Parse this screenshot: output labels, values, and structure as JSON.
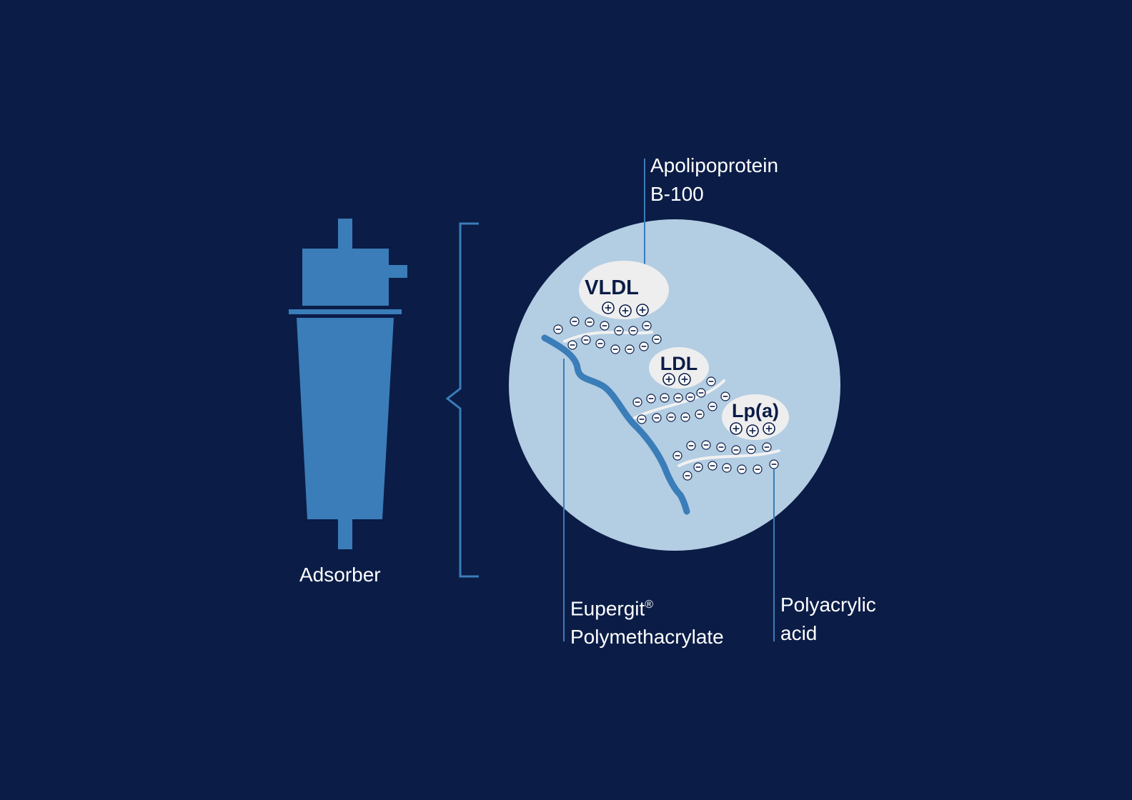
{
  "colors": {
    "background": "#0b1c47",
    "adsorber": "#3a7db8",
    "circle": "#b3cde3",
    "particle": "#eeeeee",
    "text_dark": "#0b1c47",
    "text_light": "#ffffff",
    "leader_line": "#3a7db8"
  },
  "labels": {
    "adsorber": "Adsorber",
    "apolipoprotein_line1": "Apolipoprotein",
    "apolipoprotein_line2": "B-100",
    "eupergit_line1": "Eupergit",
    "eupergit_reg": "®",
    "eupergit_line2": "Polymethacrylate",
    "polyacrylic_line1": "Polyacrylic",
    "polyacrylic_line2": "acid"
  },
  "particles": [
    {
      "name": "VLDL",
      "charges": [
        "+",
        "+",
        "+"
      ]
    },
    {
      "name": "LDL",
      "charges": [
        "+",
        "+"
      ]
    },
    {
      "name": "Lp(a)",
      "charges": [
        "+",
        "+",
        "+"
      ]
    }
  ],
  "icons": {
    "adsorber": "adsorber-column-icon",
    "bracket": "curly-bracket",
    "positive_charge": "plus-circle-icon",
    "negative_charge": "minus-circle-icon"
  }
}
